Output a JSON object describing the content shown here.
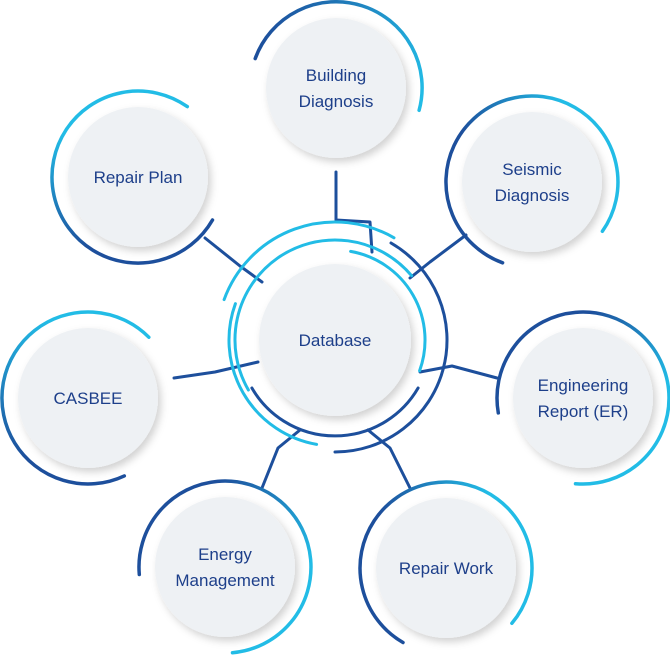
{
  "center": {
    "id": "database",
    "label": "Database"
  },
  "nodes": [
    {
      "id": "building-diagnosis",
      "lines": [
        "Building",
        "Diagnosis"
      ]
    },
    {
      "id": "seismic-diagnosis",
      "lines": [
        "Seismic",
        "Diagnosis"
      ]
    },
    {
      "id": "engineering-report",
      "lines": [
        "Engineering",
        "Report (ER)"
      ]
    },
    {
      "id": "repair-work",
      "lines": [
        "Repair Work"
      ]
    },
    {
      "id": "energy-management",
      "lines": [
        "Energy",
        "Management"
      ]
    },
    {
      "id": "casbee",
      "lines": [
        "CASBEE"
      ]
    },
    {
      "id": "repair-plan",
      "lines": [
        "Repair Plan"
      ]
    }
  ],
  "colors": {
    "dark_blue": "#1d4f9c",
    "light_blue": "#22bce6",
    "circle_fill": "#eef1f4",
    "text": "#1d3f8a"
  }
}
